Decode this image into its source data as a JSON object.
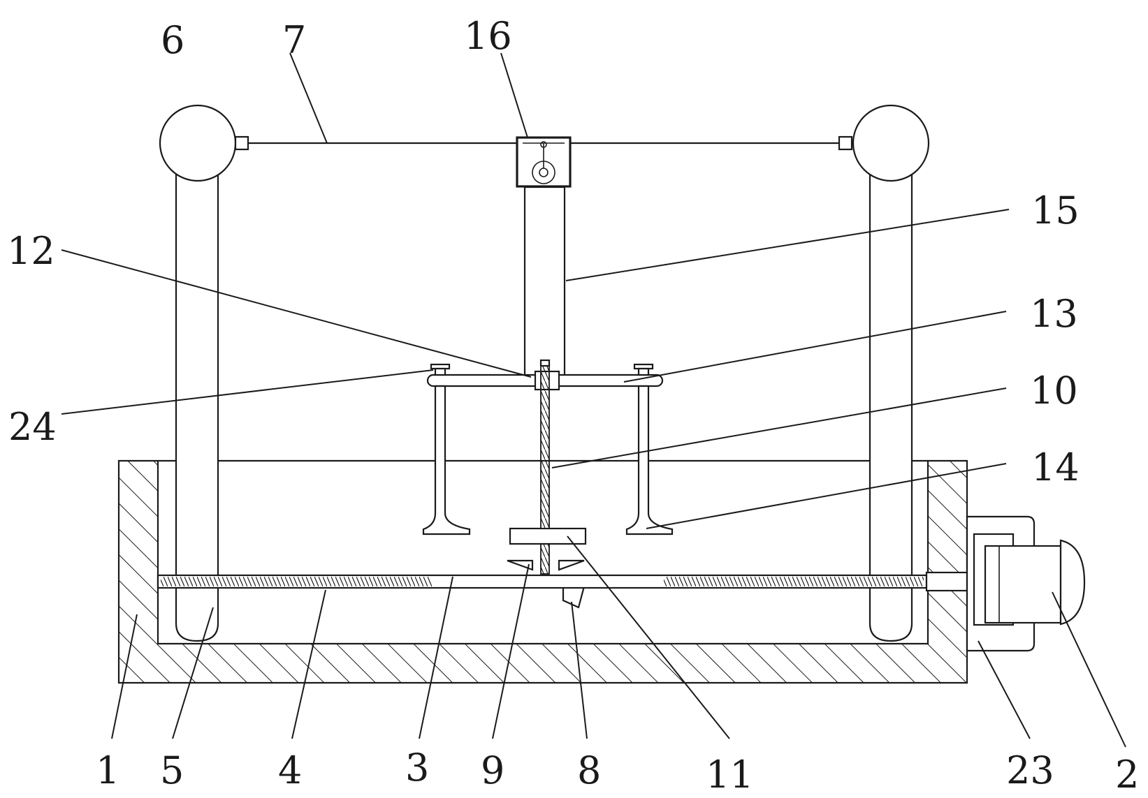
{
  "labels": {
    "l1": "1",
    "l2": "2",
    "l3": "3",
    "l4": "4",
    "l5": "5",
    "l6": "6",
    "l7": "7",
    "l8": "8",
    "l9": "9",
    "l10": "10",
    "l11": "11",
    "l12": "12",
    "l13": "13",
    "l14": "14",
    "l15": "15",
    "l16": "16",
    "l23": "23",
    "l24": "24"
  }
}
